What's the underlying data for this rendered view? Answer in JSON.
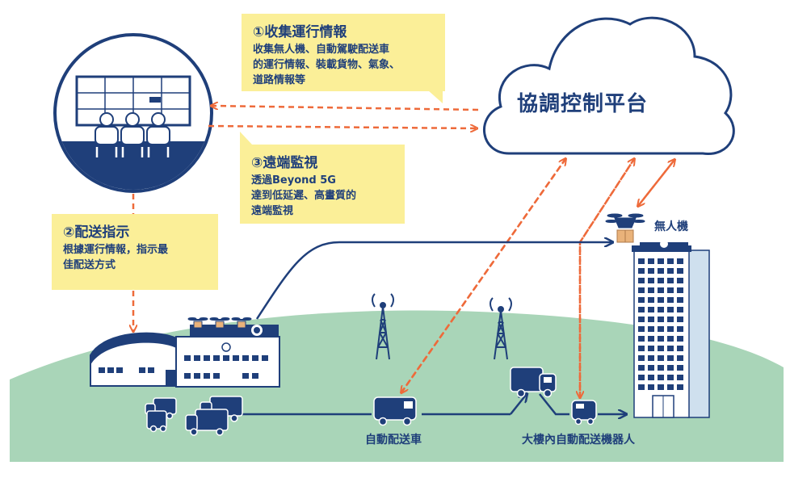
{
  "note_collect": {
    "title": "①收集運行情報",
    "lines": [
      "收集無人機、自動駕駛配送車",
      "的運行情報、裝載貨物、氣象、",
      "道路情報等"
    ]
  },
  "note_dispatch": {
    "title": "②配送指示",
    "lines": [
      "根據運行情報，指示最",
      "佳配送方式"
    ]
  },
  "note_monitor": {
    "title": "③遠端監視",
    "lines": [
      "透過Beyond 5G",
      "達到低延遲、高畫質的",
      "遠端監視"
    ]
  },
  "cloud": {
    "label": "協調控制平台"
  },
  "labels": {
    "drone": "無人機",
    "autonomous_vehicle": "自動配送車",
    "building_robot": "大樓內自動配送機器人"
  },
  "colors": {
    "navy": "#1f3f7a",
    "note_yellow": "#fbef98",
    "ground_green": "#a9d5b8",
    "dashed_orange": "#ee6a3a",
    "cloud_stroke": "#1f3f7a"
  }
}
